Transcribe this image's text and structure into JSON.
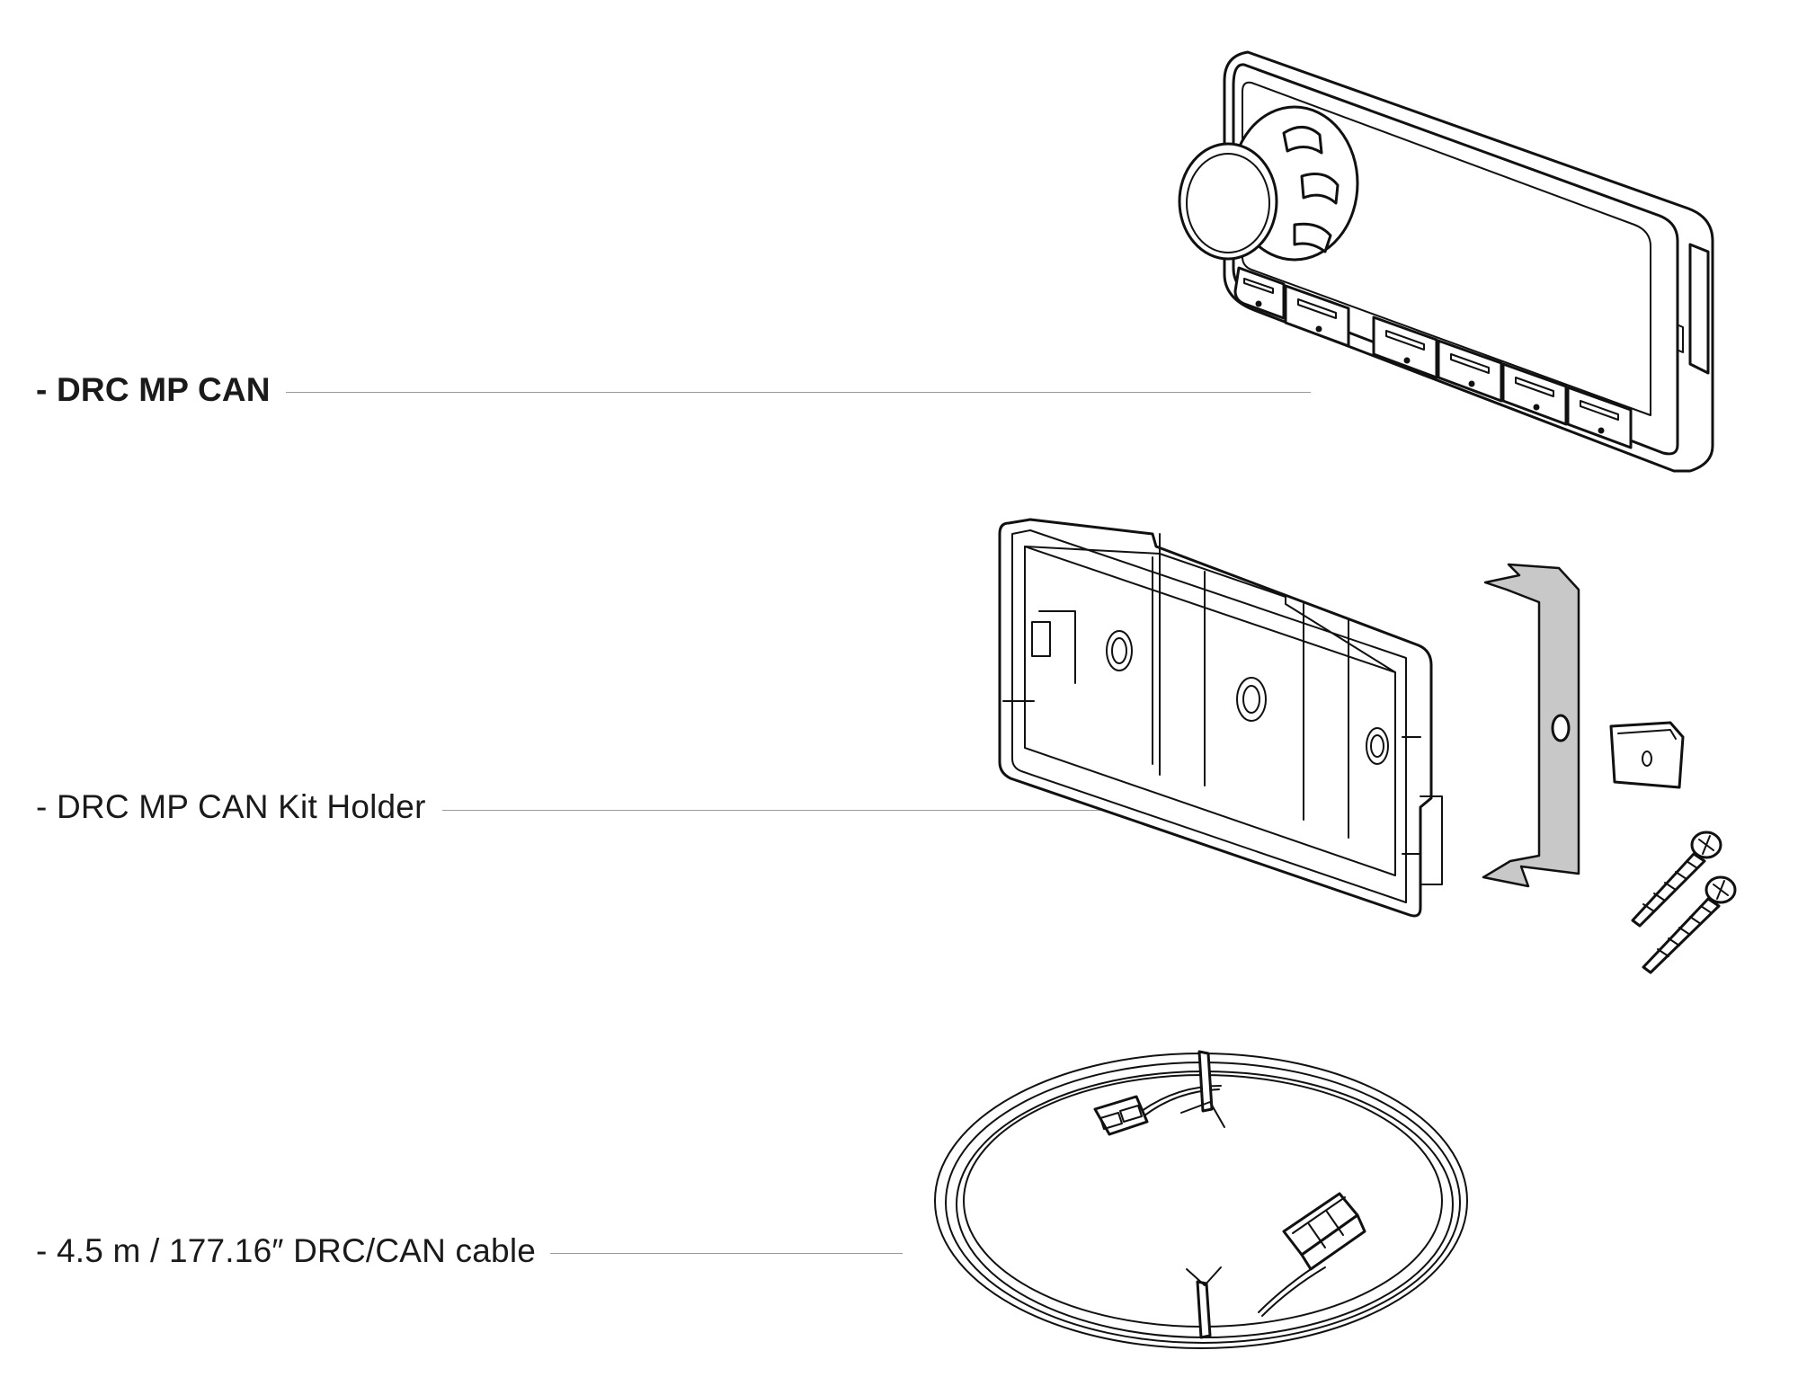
{
  "items": [
    {
      "id": "drc-mp-can",
      "label": "- DRC MP CAN",
      "bold": true
    },
    {
      "id": "kit-holder",
      "label": "- DRC MP CAN Kit Holder",
      "bold": false
    },
    {
      "id": "cable",
      "label": "- 4.5 m / 177.16″ DRC/CAN cable",
      "bold": false
    }
  ],
  "colors": {
    "text": "#1a1a1a",
    "leader": "#9a9a9a",
    "outline": "#111111",
    "bracket_fill": "#c8c8c8"
  }
}
